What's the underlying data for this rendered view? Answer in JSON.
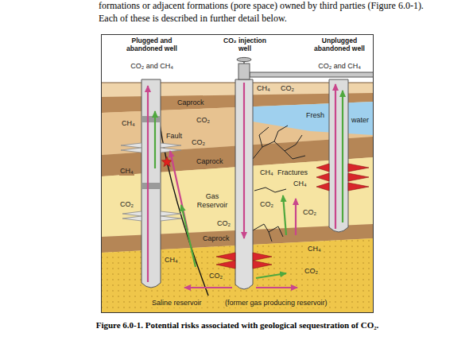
{
  "diagram": {
    "caption": "Figure 6.0-1. Potential risks associated with geological sequestration of CO₂.",
    "labels": [
      "formations or adjacent formations (pore space) owned by third parties (Figure 6.0-1).",
      "Each of these is described in further detail below.",
      "Plugged and abandoned well",
      "CO₂ injection well",
      "Unplugged abandoned well",
      "CO₂ and CH₄",
      "CO₂ and CH₄",
      "CH₄",
      "CO₂",
      "Caprock",
      "CH₄",
      "CO₂",
      "Fresh",
      "water",
      "Fault",
      "CO₂",
      "CH₄",
      "Caprock",
      "CH₄",
      "Fractures",
      "CH₄",
      "Gas Reservoir",
      "CO₂",
      "CO₂",
      "CO₂",
      "CO₂",
      "Caprock",
      "CH₄",
      "CH₄",
      "CO₂",
      "CO₂",
      "Saline reservoir",
      "(former gas producing reservoir)"
    ]
  }
}
